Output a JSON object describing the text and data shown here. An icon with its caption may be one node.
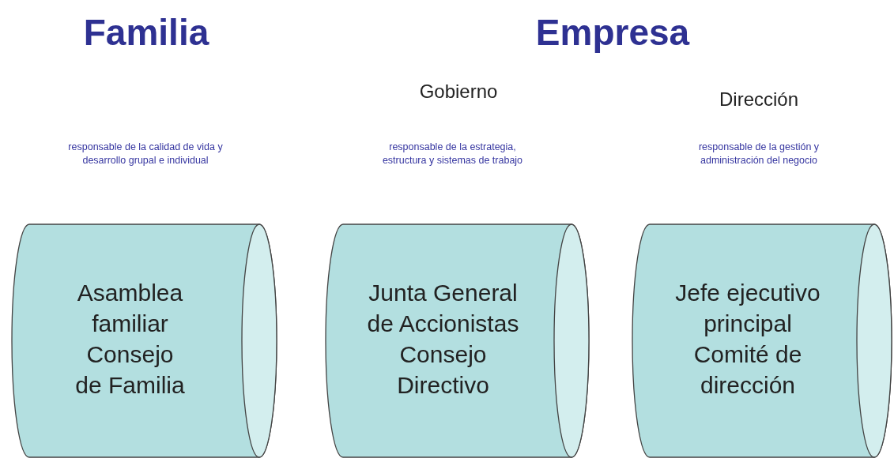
{
  "diagram": {
    "nodes": [
      {
        "text": [
          "Asamblea familiar",
          "Consejo de Familia"
        ]
      },
      {
        "text": [
          "Junta General de Accionistas",
          "Consejo Directivo"
        ]
      },
      {
        "text": [
          "Jefe ejecutivo principal",
          "Comité de dirección"
        ]
      }
    ],
    "labels": [
      "Familia",
      "Empresa",
      "Gobierno",
      "Dirección",
      "responsable de la calidad de vida y desarrollo grupal e individual",
      "responsable de la estrategia, estructura y sistemas de trabajo",
      "responsable de la gestión y administración del negocio"
    ]
  }
}
